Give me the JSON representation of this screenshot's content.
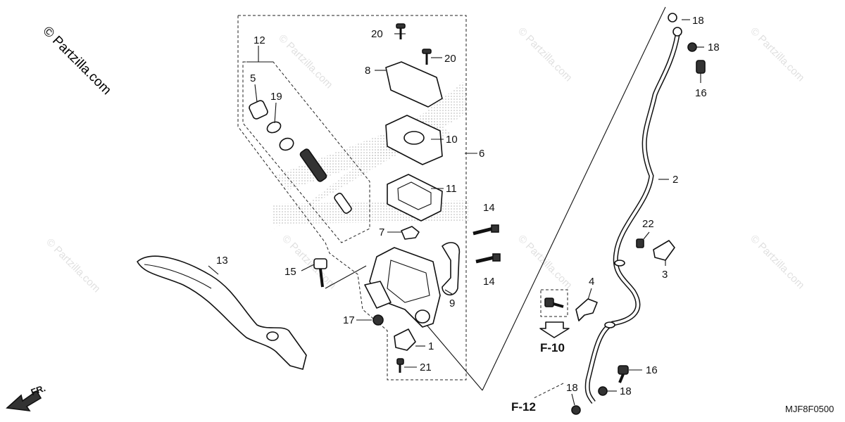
{
  "watermark": {
    "main": "© Partzilla.com",
    "faint": "© Partzilla.com"
  },
  "diagram_code": "MJF8F0500",
  "direction_label": "FR.",
  "references": {
    "f10": "F-10",
    "f12": "F-12"
  },
  "callouts": {
    "c1": "1",
    "c2": "2",
    "c3": "3",
    "c4": "4",
    "c5": "5",
    "c6": "6",
    "c7": "7",
    "c8": "8",
    "c9": "9",
    "c10": "10",
    "c11": "11",
    "c12": "12",
    "c13": "13",
    "c14a": "14",
    "c14b": "14",
    "c15": "15",
    "c16a": "16",
    "c16b": "16",
    "c17": "17",
    "c18a": "18",
    "c18b": "18",
    "c18c": "18",
    "c18d": "18",
    "c19": "19",
    "c20a": "20",
    "c20b": "20",
    "c21": "21",
    "c22": "22"
  }
}
